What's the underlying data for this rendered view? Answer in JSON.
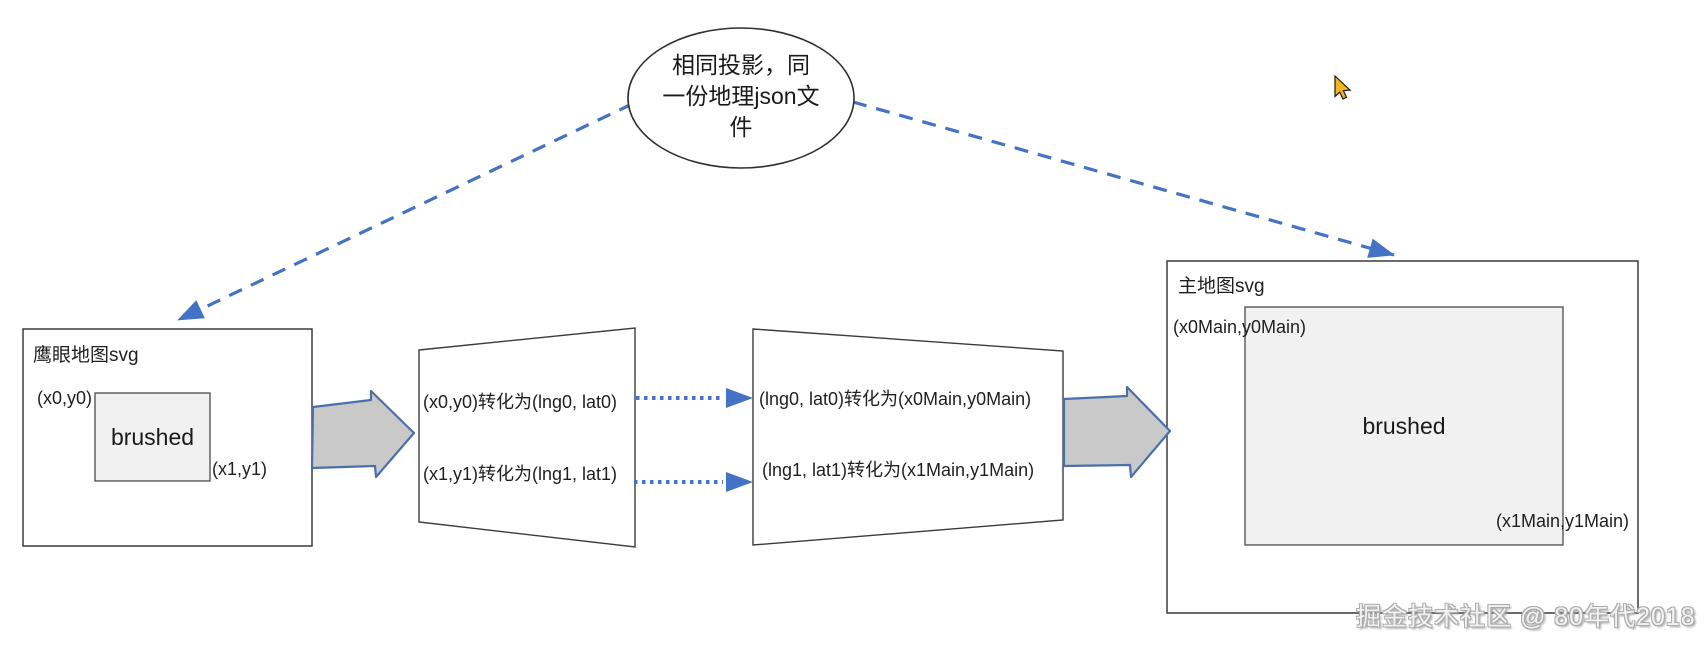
{
  "ellipse_note": {
    "lines": [
      "相同投影，同",
      "一份地理json文",
      "件"
    ]
  },
  "overview_map": {
    "title": "鹰眼地图svg",
    "topleft_label": "(x0,y0)",
    "brushed_label": "brushed",
    "bottomright_label": "(x1,y1)"
  },
  "transform_step1": {
    "line1": "(x0,y0)转化为(lng0, lat0)",
    "line2": "(x1,y1)转化为(lng1, lat1)"
  },
  "transform_step2": {
    "line1": "(lng0, lat0)转化为(x0Main,y0Main)",
    "line2": "(lng1, lat1)转化为(x1Main,y1Main)"
  },
  "main_map": {
    "title": "主地图svg",
    "topleft_label": "(x0Main,y0Main)",
    "brushed_label": "brushed",
    "bottomright_label": "(x1Main,y1Main)"
  },
  "watermark": "掘金技术社区 @ 80年代2018",
  "colors": {
    "connector_blue": "#4472C4",
    "block_arrow_fill": "#c9c9c9",
    "block_arrow_stroke": "#4c6faa",
    "shape_stroke": "#3b3b3b",
    "brushed_fill": "#f1f1f1"
  }
}
